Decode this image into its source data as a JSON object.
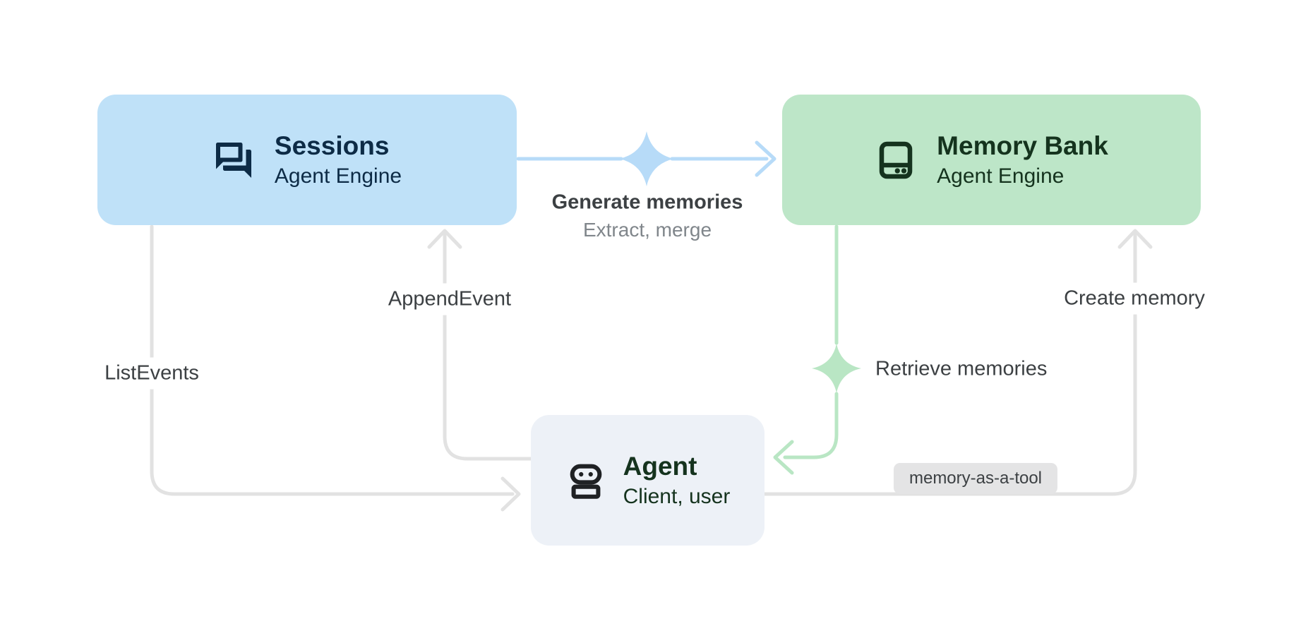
{
  "diagram": {
    "nodes": {
      "sessions": {
        "title": "Sessions",
        "subtitle": "Agent Engine",
        "icon": "chat-bubbles-icon"
      },
      "memory_bank": {
        "title": "Memory Bank",
        "subtitle": "Agent Engine",
        "icon": "storage-icon"
      },
      "agent": {
        "title": "Agent",
        "subtitle": "Client, user",
        "icon": "robot-icon"
      }
    },
    "edges": {
      "generate_memories": {
        "label": "Generate memories",
        "sublabel": "Extract, merge",
        "icon": "sparkle-icon"
      },
      "append_event": {
        "label": "AppendEvent"
      },
      "list_events": {
        "label": "ListEvents"
      },
      "retrieve_memories": {
        "label": "Retrieve memories",
        "icon": "sparkle-icon"
      },
      "create_memory": {
        "label": "Create memory"
      },
      "memory_as_a_tool": {
        "label": "memory-as-a-tool"
      }
    },
    "colors": {
      "sessions_fill": "#bfe1f8",
      "sessions_text": "#0d2b46",
      "memory_fill": "#bde6c8",
      "memory_text": "#15331e",
      "agent_fill": "#edf1f7",
      "agent_icon": "#1f2124",
      "blue_line": "#b7dbf8",
      "green_line": "#b9e6c4",
      "gray_line": "#e2e2e2",
      "label_dark": "#3c4043",
      "label_gray": "#80868b",
      "badge_bg": "#e4e4e5"
    }
  }
}
